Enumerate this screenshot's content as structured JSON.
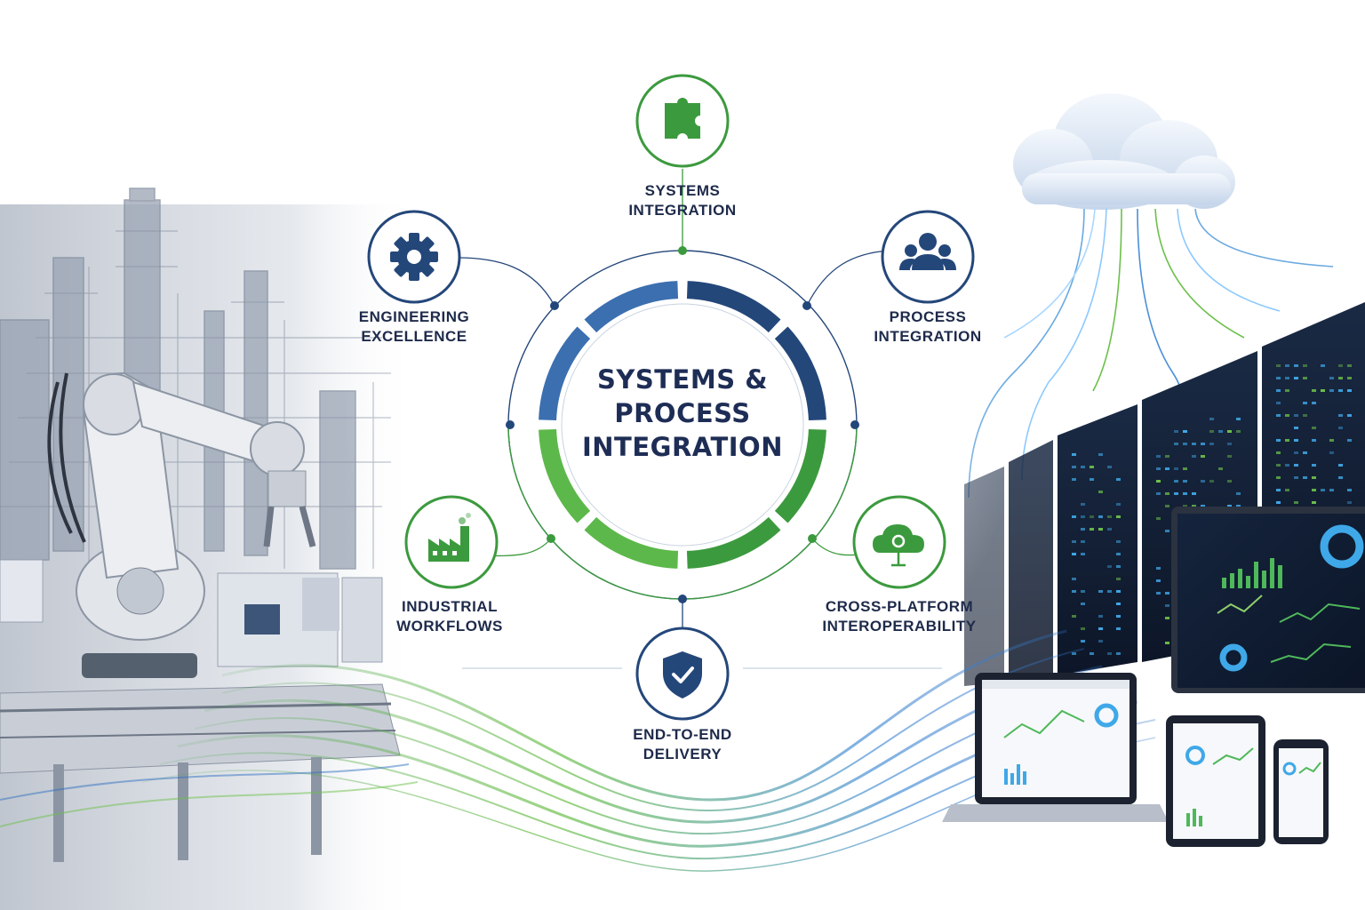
{
  "hub": {
    "line1": "SYSTEMS &",
    "line2": "PROCESS",
    "line3": "INTEGRATION"
  },
  "nodes": [
    {
      "id": "systems-integration",
      "line1": "SYSTEMS",
      "line2": "INTEGRATION",
      "icon": "puzzle-icon",
      "color": "#3c9a3e"
    },
    {
      "id": "process-integration",
      "line1": "PROCESS",
      "line2": "INTEGRATION",
      "icon": "team-icon",
      "color": "#24477a"
    },
    {
      "id": "cross-platform-interoperability",
      "line1": "CROSS-PLATFORM",
      "line2": "INTEROPERABILITY",
      "icon": "cloud-sync-icon",
      "color": "#3c9a3e"
    },
    {
      "id": "end-to-end-delivery",
      "line1": "END-TO-END",
      "line2": "DELIVERY",
      "icon": "shield-check-icon",
      "color": "#24477a"
    },
    {
      "id": "industrial-workflows",
      "line1": "INDUSTRIAL",
      "line2": "WORKFLOWS",
      "icon": "factory-icon",
      "color": "#3c9a3e"
    },
    {
      "id": "engineering-excellence",
      "line1": "ENGINEERING",
      "line2": "EXCELLENCE",
      "icon": "gear-icon",
      "color": "#24477a"
    }
  ],
  "colors": {
    "navy": "#24477a",
    "blue": "#3b6fb0",
    "green": "#3c9a3e",
    "light_green": "#6cc04a"
  }
}
